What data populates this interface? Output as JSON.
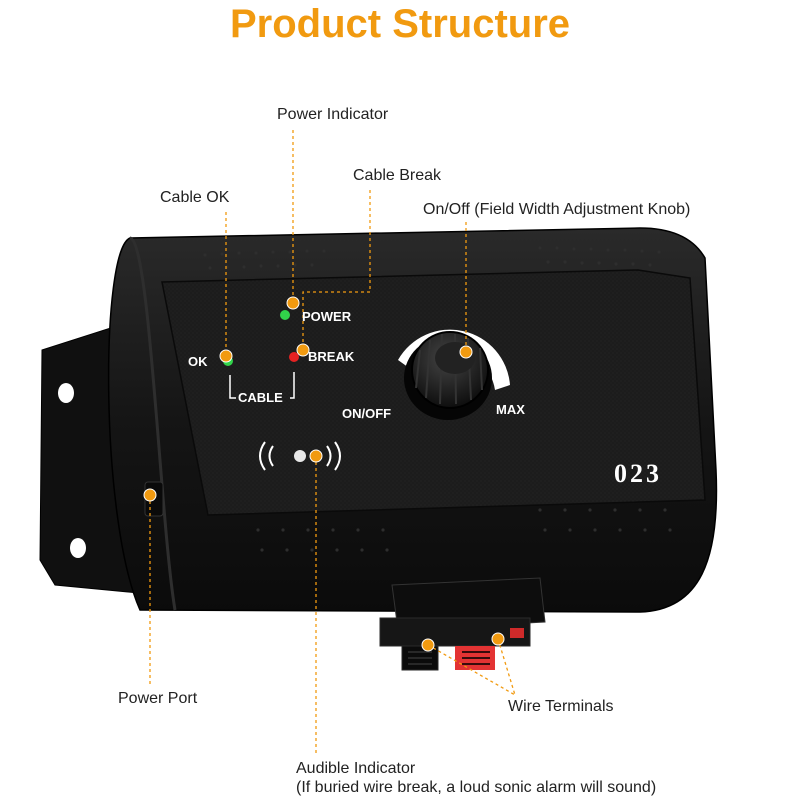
{
  "title": "Product Structure",
  "colors": {
    "title": "#f19a10",
    "accent": "#f19a10",
    "device_body": "#121212",
    "device_panel": "#1e1e1e",
    "led_green": "#31d34a",
    "led_red": "#e52222",
    "terminal_red": "#e33333"
  },
  "callouts": {
    "power_indicator": "Power Indicator",
    "cable_break": "Cable Break",
    "cable_ok": "Cable OK",
    "knob": "On/Off (Field Width Adjustment Knob)",
    "power_port": "Power Port",
    "wire_terminals": "Wire Terminals",
    "audible_title": "Audible Indicator",
    "audible_note": "(If buried wire break, a loud sonic alarm will sound)"
  },
  "device": {
    "power_label": "POWER",
    "break_label": "BREAK",
    "ok_label": "OK",
    "cable_label": "CABLE",
    "onoff_label": "ON/OFF",
    "max_label": "MAX",
    "model": "023",
    "sound_icon": "sound-waves-icon"
  }
}
